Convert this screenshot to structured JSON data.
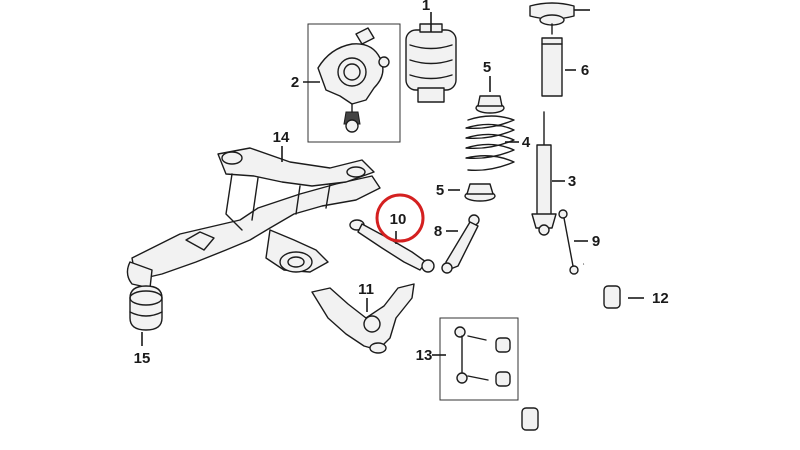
{
  "callouts": [
    {
      "id": "1",
      "label": "1"
    },
    {
      "id": "2",
      "label": "2"
    },
    {
      "id": "3",
      "label": "3"
    },
    {
      "id": "4",
      "label": "4"
    },
    {
      "id": "5a",
      "label": "5"
    },
    {
      "id": "5b",
      "label": "5"
    },
    {
      "id": "6",
      "label": "6"
    },
    {
      "id": "8",
      "label": "8"
    },
    {
      "id": "9",
      "label": "9"
    },
    {
      "id": "10",
      "label": "10"
    },
    {
      "id": "11",
      "label": "11"
    },
    {
      "id": "12",
      "label": "12"
    },
    {
      "id": "13",
      "label": "13"
    },
    {
      "id": "14",
      "label": "14"
    },
    {
      "id": "15",
      "label": "15"
    }
  ],
  "highlight": {
    "callout": "10",
    "color": "#d42020"
  },
  "colors": {
    "line": "#1c1c1c",
    "background": "#ffffff"
  }
}
